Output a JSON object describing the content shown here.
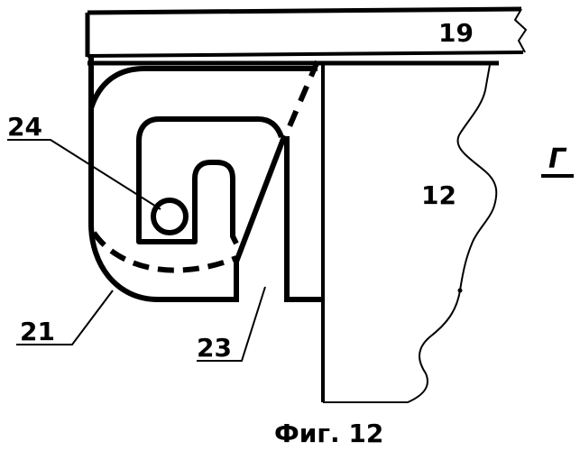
{
  "labels": {
    "part_19": "19",
    "part_12": "12",
    "part_24": "24",
    "part_21": "21",
    "part_23": "23",
    "view_letter": "Г"
  },
  "caption": "Фиг. 12",
  "colors": {
    "ink": "#000000",
    "background": "#ffffff"
  }
}
